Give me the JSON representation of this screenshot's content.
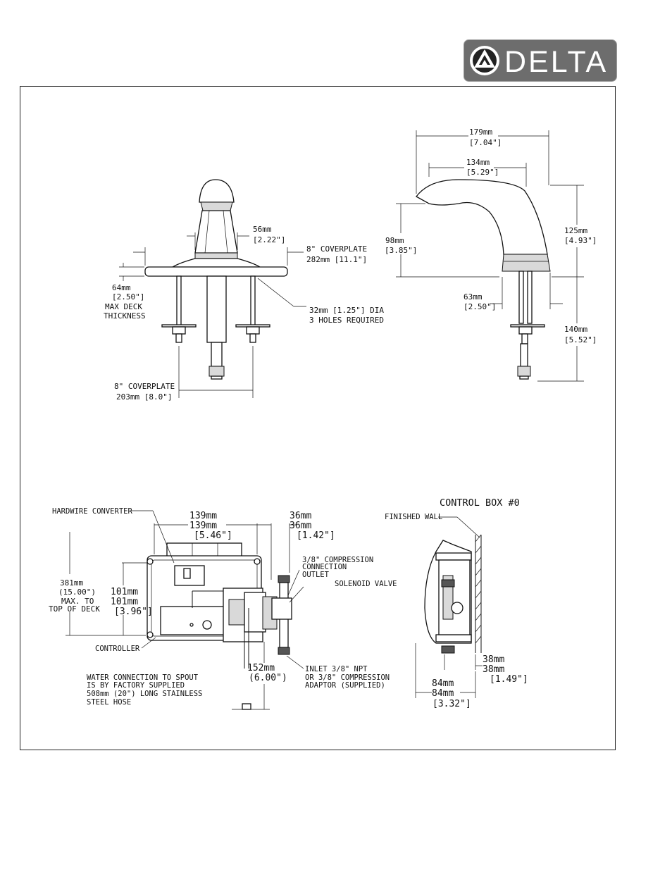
{
  "brand": {
    "name": "DELTA",
    "bg_color": "#6d6d6d",
    "text_color": "#ffffff",
    "icon": "delta-triangle-logo-icon"
  },
  "top_front": {
    "dim_spout_width": "56mm",
    "dim_spout_width_in": "[2.22\"]",
    "coverplate_top_a": "8\" COVERPLATE",
    "coverplate_top_b": "282mm [11.1\"]",
    "deck_a": "64mm",
    "deck_b": "[2.50\"]",
    "deck_c": "MAX DECK",
    "deck_d": "THICKNESS",
    "holes_a": "32mm [1.25\"] DIA",
    "holes_b": "3 HOLES REQUIRED",
    "coverplate_bot_a": "8\" COVERPLATE",
    "coverplate_bot_b": "203mm [8.0\"]"
  },
  "top_side": {
    "reach_a": "179mm",
    "reach_b": "[7.04\"]",
    "spout_a": "134mm",
    "spout_b": "[5.29\"]",
    "height_a": "98mm",
    "height_b": "[3.85\"]",
    "total_a": "125mm",
    "total_b": "[4.93\"]",
    "base_a": "63mm",
    "base_b": "[2.50\"]",
    "shank_a": "140mm",
    "shank_b": "[5.52\"]"
  },
  "box_front": {
    "hardwire": "HARDWIRE CONVERTER",
    "w_a": "139mm",
    "w_b": "139mm",
    "w_c": "[5.46\"]",
    "v_a": "36mm",
    "v_b": "36mm",
    "v_c": "[1.42\"]",
    "outlet_a": "3/8\" COMPRESSION",
    "outlet_b": "CONNECTION",
    "outlet_c": "OUTLET",
    "solenoid": "SOLENOID VALVE",
    "max_a": "381mm",
    "max_b": "(15.00\")",
    "max_c": "MAX. TO",
    "max_d": "TOP OF DECK",
    "h_a": "101mm",
    "h_b": "101mm",
    "h_c": "[3.96\"]",
    "controller": "CONTROLLER",
    "hose_a": "152mm",
    "hose_b": "(6.00\")",
    "inlet_a": "INLET 3/8\" NPT",
    "inlet_b": "OR 3/8\" COMPRESSION",
    "inlet_c": "ADAPTOR (SUPPLIED)",
    "water_a": "WATER CONNECTION TO SPOUT",
    "water_b": "IS BY FACTORY SUPPLIED",
    "water_c": "508mm (20\") LONG STAINLESS",
    "water_d": "STEEL HOSE"
  },
  "box_side": {
    "title": "CONTROL BOX #0",
    "wall": "FINISHED WALL",
    "d_a": "38mm",
    "d_b": "38mm",
    "d_c": "[1.49\"]",
    "w_a": "84mm",
    "w_b": "84mm",
    "w_c": "[3.32\"]"
  }
}
